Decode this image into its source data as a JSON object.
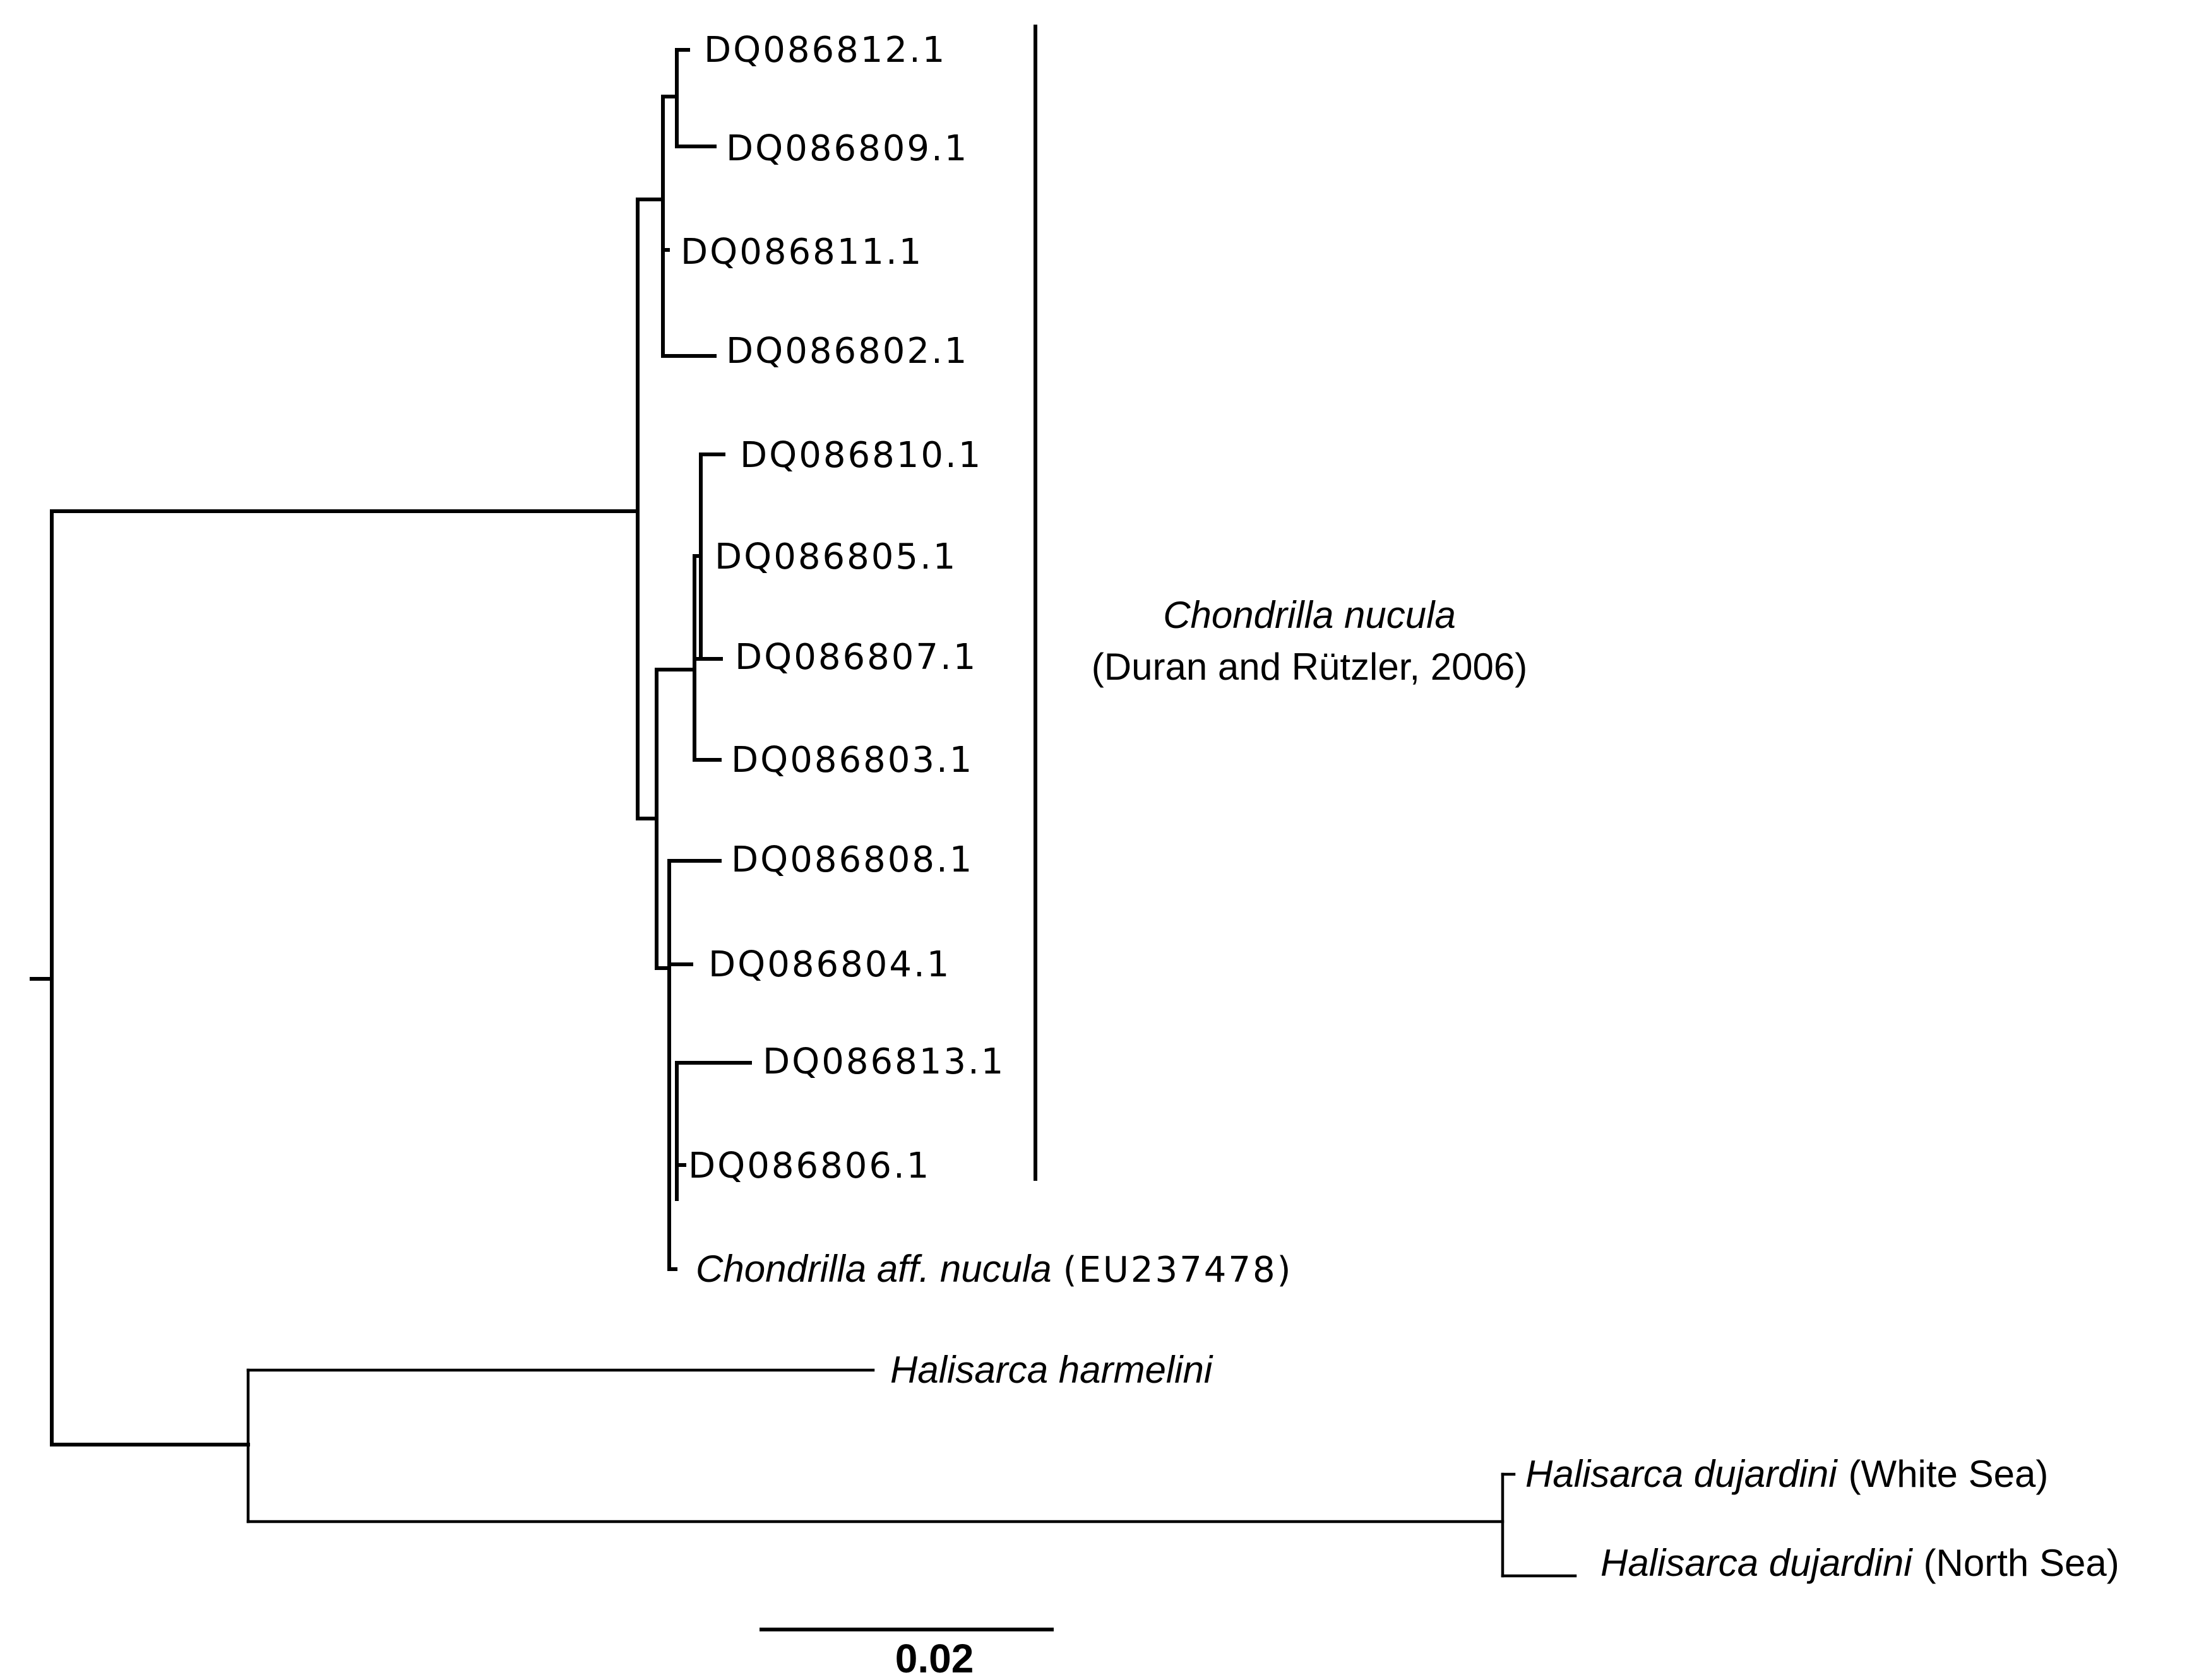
{
  "tree": {
    "accessions": [
      "DQ086812.1",
      "DQ086809.1",
      "DQ086811.1",
      "DQ086802.1",
      "DQ086810.1",
      "DQ086805.1",
      "DQ086807.1",
      "DQ086803.1",
      "DQ086808.1",
      "DQ086804.1",
      "DQ086813.1",
      "DQ086806.1"
    ],
    "chondrilla_aff": {
      "name": "Chondrilla aff. nucula",
      "code": "(EU237478)"
    },
    "halisarca_harmelini": "Halisarca harmelini",
    "halisarca_white_sea": {
      "name": "Halisarca dujardini",
      "location": "(White Sea)"
    },
    "halisarca_north_sea": {
      "name": "Halisarca dujardini",
      "location": "(North Sea)"
    }
  },
  "clade": {
    "name": "Chondrilla nucula",
    "citation": "(Duran and Rützler, 2006)"
  },
  "scale_bar": {
    "label": "0.02"
  }
}
